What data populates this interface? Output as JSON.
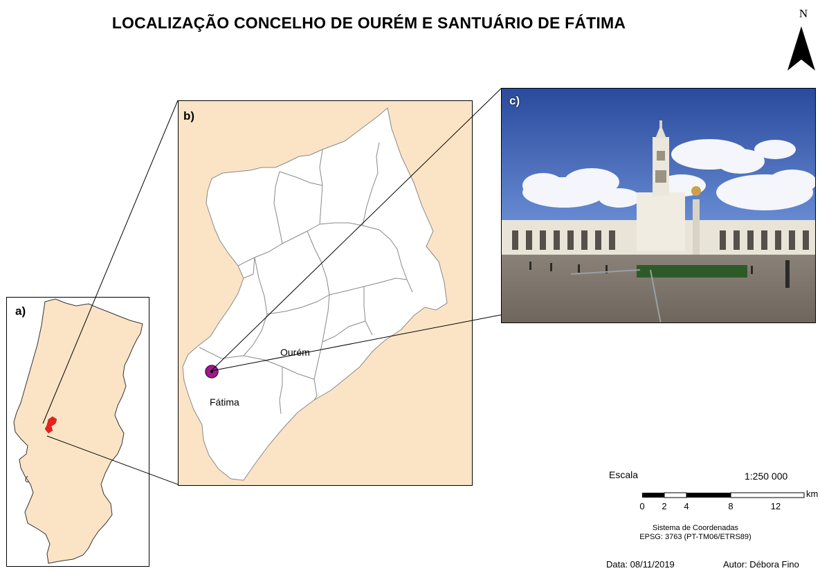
{
  "title": "LOCALIZAÇÃO CONCELHO DE OURÉM E SANTUÁRIO DE FÁTIMA",
  "north": {
    "label": "N",
    "icon": "north-arrow-icon"
  },
  "panels": {
    "a": {
      "label": "a)"
    },
    "b": {
      "label": "b)",
      "places": {
        "ourem": "Ourém",
        "fatima": "Fátima"
      }
    },
    "c": {
      "label": "c)"
    }
  },
  "scale": {
    "title": "Escala",
    "ratio": "1:250 000",
    "ticks": [
      "0",
      "2",
      "4",
      "8",
      "12"
    ],
    "unit": "km"
  },
  "crs": {
    "line1": "Sistema de Coordenadas",
    "line2": "EPSG: 3763 (PT-TM06/ETRS89)"
  },
  "footer": {
    "date": "Data: 08/11/2019",
    "author": "Autor: Débora Fino"
  },
  "colors": {
    "land": "#fbe4c6",
    "highlight": "#e8211c",
    "marker": "#9b1b8a",
    "border": "#888888"
  }
}
